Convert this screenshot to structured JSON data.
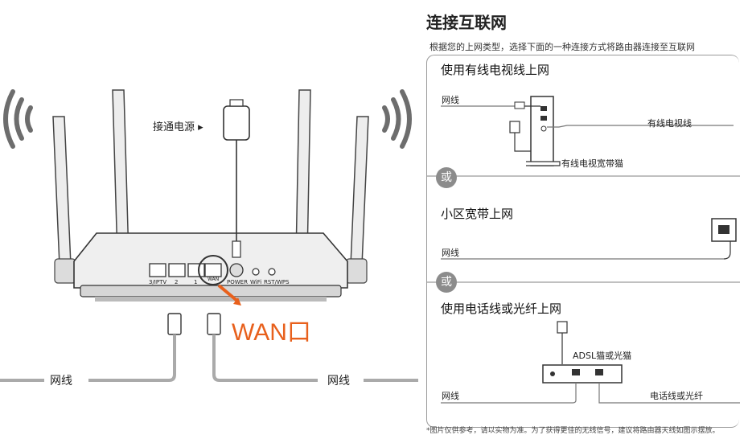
{
  "left": {
    "power_label": "接通电源 ▸",
    "port_labels": [
      "3/IPTV",
      "2",
      "1",
      "WAN",
      "POWER",
      "WiFi",
      "RST/WPS"
    ],
    "wan_label": "WAN口",
    "cable_left": "网线",
    "cable_right": "网线"
  },
  "right": {
    "title": "连接互联网",
    "subtitle": "根据您的上网类型，选择下面的一种连接方式将路由器连接至互联网",
    "or_label": "或",
    "sections": [
      {
        "title": "使用有线电视线上网",
        "labels": {
          "cable": "网线",
          "tv_line": "有线电视线",
          "device": "有线电视宽带猫"
        }
      },
      {
        "title": "小区宽带上网",
        "labels": {
          "cable": "网线"
        }
      },
      {
        "title": "使用电话线或光纤上网",
        "labels": {
          "cable": "网线",
          "device": "ADSL猫或光猫",
          "line": "电话线或光纤"
        }
      }
    ],
    "footnote": "*图片仅供参考，请以实物为准。为了获得更佳的无线信号，建议将路由器天线如图示摆放。"
  },
  "colors": {
    "accent": "#e8601c",
    "line": "#aaaaaa",
    "badge": "#8c8c8c"
  }
}
